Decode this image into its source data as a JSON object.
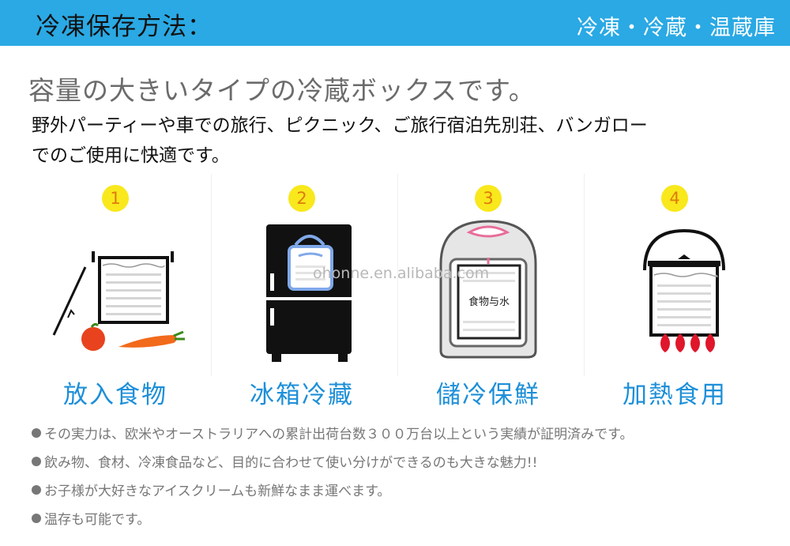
{
  "header": {
    "title": "冷凍保存方法：",
    "right_text": "冷凍・冷蔵・温蔵庫"
  },
  "tagline": "容量の大きいタイプの冷蔵ボックスです。",
  "description": [
    "野外パーティーや車での旅行、ピクニック、ご旅行宿泊先別荘、バンガロー",
    "でのご使用に快適です。"
  ],
  "steps": [
    {
      "number": "1",
      "label": "放入食物",
      "icon": "pot-with-food-icon"
    },
    {
      "number": "2",
      "label": "冰箱冷藏",
      "icon": "refrigerator-icon"
    },
    {
      "number": "3",
      "label": "儲冷保鮮",
      "icon": "cooler-bag-icon",
      "inner_text": "食物与水"
    },
    {
      "number": "4",
      "label": "加熱食用",
      "icon": "heating-pot-icon"
    }
  ],
  "watermark": "ohonne.en.alibaba.com",
  "notes": [
    "その実力は、欧米やオーストラリアへの累計出荷台数３００万台以上という実績が証明済みです。",
    "飲み物、食材、冷凍食品など、目的に合わせて使い分けができるのも大きな魅力!!",
    "お子様が大好きなアイスクリームも新鮮なまま運べます。",
    "温存も可能です。"
  ],
  "colors": {
    "header_bg": "#2aa9e4",
    "label_blue": "#1d8fd8",
    "badge_yellow": "#f8e81c",
    "flame_red": "#e0162b"
  }
}
